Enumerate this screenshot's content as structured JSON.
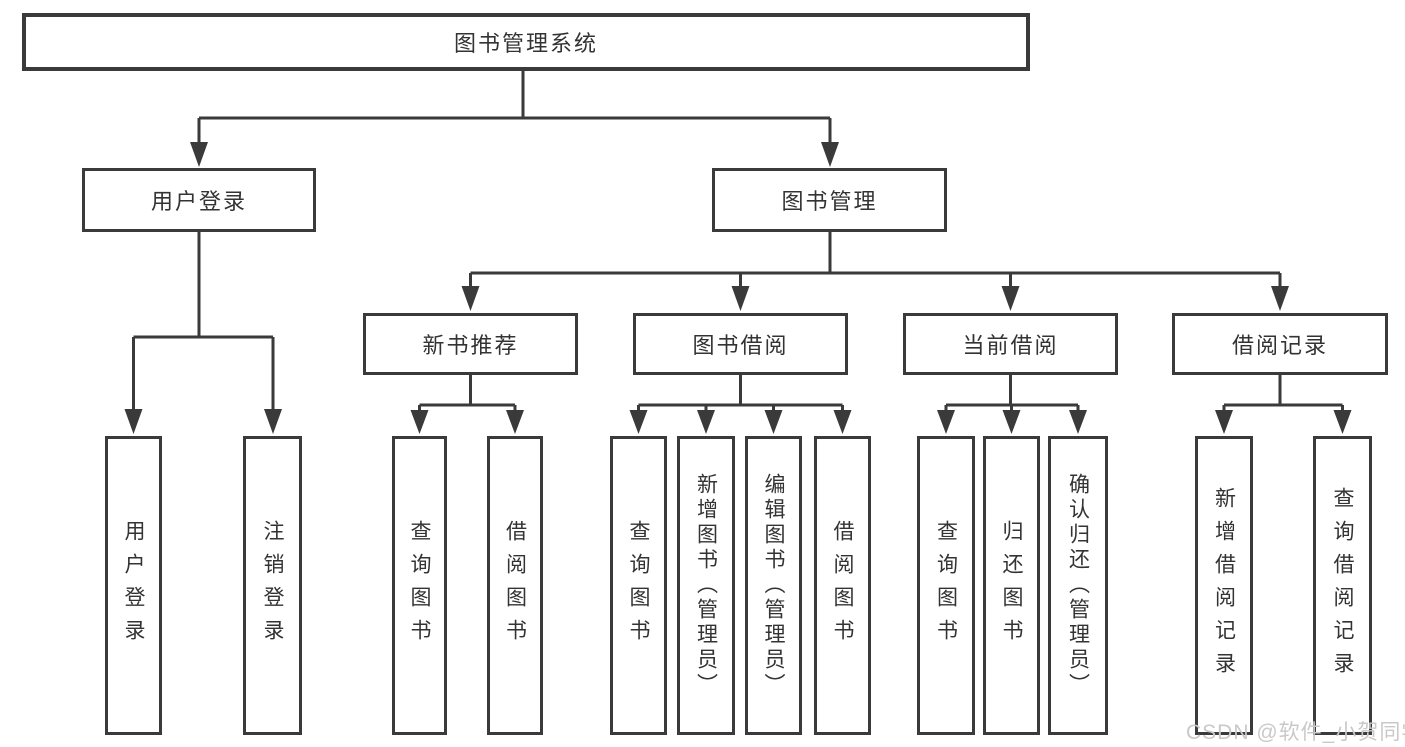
{
  "tree": {
    "root": "图书管理系统",
    "children": [
      {
        "label": "用户登录",
        "children": [
          {
            "label": "用户登录"
          },
          {
            "label": "注销登录"
          }
        ]
      },
      {
        "label": "图书管理",
        "children": [
          {
            "label": "新书推荐",
            "children": [
              {
                "label": "查询图书"
              },
              {
                "label": "借阅图书"
              }
            ]
          },
          {
            "label": "图书借阅",
            "children": [
              {
                "label": "查询图书"
              },
              {
                "label": "新增图书（管理员）"
              },
              {
                "label": "编辑图书（管理员）"
              },
              {
                "label": "借阅图书"
              }
            ]
          },
          {
            "label": "当前借阅",
            "children": [
              {
                "label": "查询图书"
              },
              {
                "label": "归还图书"
              },
              {
                "label": "确认归还（管理员）"
              }
            ]
          },
          {
            "label": "借阅记录",
            "children": [
              {
                "label": "新增借阅记录"
              },
              {
                "label": "查询借阅记录"
              }
            ]
          }
        ]
      }
    ]
  },
  "watermark": {
    "text": "CSDN @软件_小贺同学"
  },
  "colors": {
    "line": "#3a3a3a",
    "text": "#333333",
    "background": "#ffffff",
    "watermark": "#c9c9c9"
  }
}
